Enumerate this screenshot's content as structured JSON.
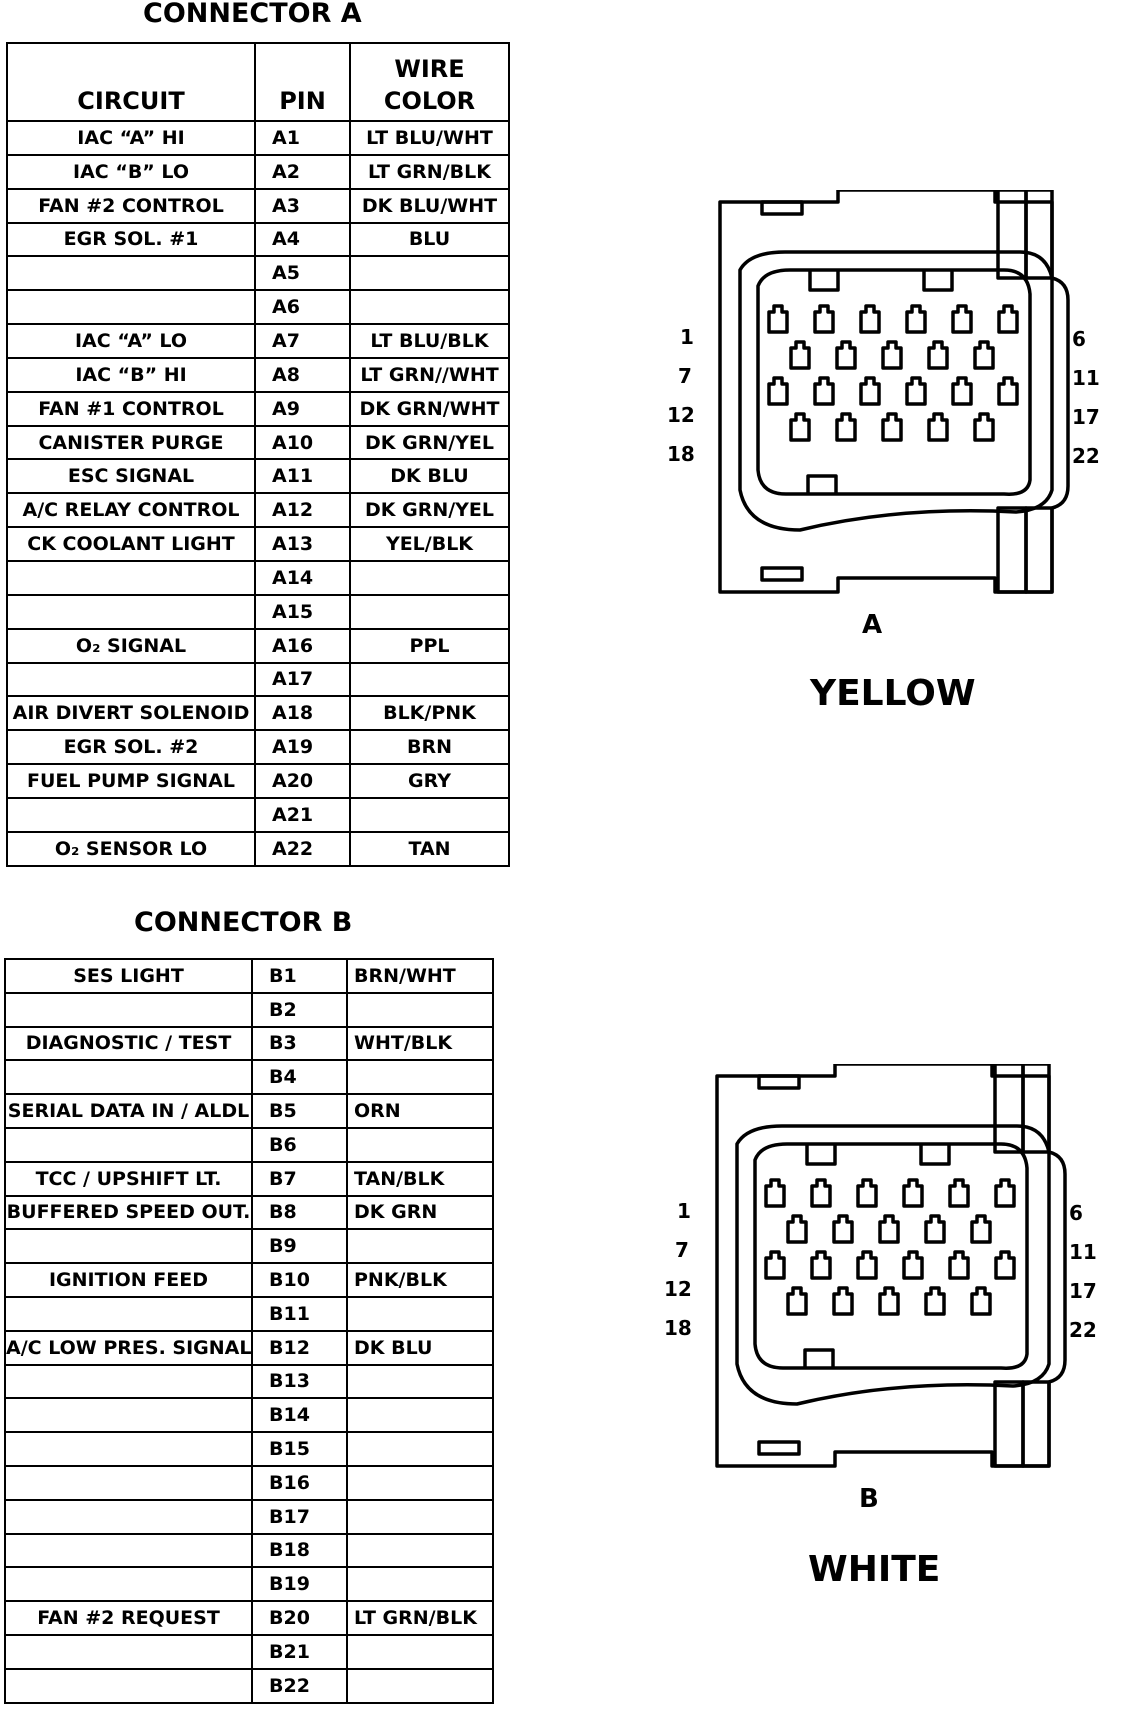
{
  "connector_a": {
    "title": "CONNECTOR A",
    "headers": {
      "circuit": "CIRCUIT",
      "pin": "PIN",
      "wire_color_line1": "WIRE",
      "wire_color_line2": "COLOR"
    },
    "rows": [
      {
        "circuit": "IAC “A” HI",
        "pin": "A1",
        "wire": "LT BLU/WHT"
      },
      {
        "circuit": "IAC “B” LO",
        "pin": "A2",
        "wire": "LT GRN/BLK"
      },
      {
        "circuit": "FAN #2 CONTROL",
        "pin": "A3",
        "wire": "DK BLU/WHT"
      },
      {
        "circuit": "EGR SOL. #1",
        "pin": "A4",
        "wire": "BLU"
      },
      {
        "circuit": "",
        "pin": "A5",
        "wire": ""
      },
      {
        "circuit": "",
        "pin": "A6",
        "wire": ""
      },
      {
        "circuit": "IAC “A” LO",
        "pin": "A7",
        "wire": "LT BLU/BLK"
      },
      {
        "circuit": "IAC “B” HI",
        "pin": "A8",
        "wire": "LT GRN//WHT"
      },
      {
        "circuit": "FAN #1 CONTROL",
        "pin": "A9",
        "wire": "DK GRN/WHT"
      },
      {
        "circuit": "CANISTER PURGE",
        "pin": "A10",
        "wire": "DK GRN/YEL"
      },
      {
        "circuit": "ESC SIGNAL",
        "pin": "A11",
        "wire": "DK BLU"
      },
      {
        "circuit": "A/C RELAY CONTROL",
        "pin": "A12",
        "wire": "DK GRN/YEL"
      },
      {
        "circuit": "CK COOLANT LIGHT",
        "pin": "A13",
        "wire": "YEL/BLK"
      },
      {
        "circuit": "",
        "pin": "A14",
        "wire": ""
      },
      {
        "circuit": "",
        "pin": "A15",
        "wire": ""
      },
      {
        "circuit": "O₂ SIGNAL",
        "pin": "A16",
        "wire": "PPL"
      },
      {
        "circuit": "",
        "pin": "A17",
        "wire": ""
      },
      {
        "circuit": "AIR DIVERT SOLENOID",
        "pin": "A18",
        "wire": "BLK/PNK"
      },
      {
        "circuit": "EGR SOL. #2",
        "pin": "A19",
        "wire": "BRN"
      },
      {
        "circuit": "FUEL PUMP SIGNAL",
        "pin": "A20",
        "wire": "GRY"
      },
      {
        "circuit": "",
        "pin": "A21",
        "wire": ""
      },
      {
        "circuit": "O₂ SENSOR LO",
        "pin": "A22",
        "wire": "TAN"
      }
    ],
    "diagram": {
      "letter": "A",
      "color": "YELLOW",
      "pin_numbers": {
        "r1_left": "1",
        "r1_right": "6",
        "r2_left": "7",
        "r2_right": "11",
        "r3_left": "12",
        "r3_right": "17",
        "r4_left": "18",
        "r4_right": "22"
      }
    }
  },
  "connector_b": {
    "title": "CONNECTOR B",
    "rows": [
      {
        "circuit": "SES LIGHT",
        "pin": "B1",
        "wire": "BRN/WHT"
      },
      {
        "circuit": "",
        "pin": "B2",
        "wire": ""
      },
      {
        "circuit": "DIAGNOSTIC / TEST",
        "pin": "B3",
        "wire": "WHT/BLK"
      },
      {
        "circuit": "",
        "pin": "B4",
        "wire": ""
      },
      {
        "circuit": "SERIAL DATA IN / ALDL",
        "pin": "B5",
        "wire": "ORN"
      },
      {
        "circuit": "",
        "pin": "B6",
        "wire": ""
      },
      {
        "circuit": "TCC / UPSHIFT LT.",
        "pin": "B7",
        "wire": "TAN/BLK"
      },
      {
        "circuit": "BUFFERED SPEED OUT.",
        "pin": "B8",
        "wire": "DK GRN"
      },
      {
        "circuit": "",
        "pin": "B9",
        "wire": ""
      },
      {
        "circuit": "IGNITION FEED",
        "pin": "B10",
        "wire": "PNK/BLK"
      },
      {
        "circuit": "",
        "pin": "B11",
        "wire": ""
      },
      {
        "circuit": "A/C LOW PRES. SIGNAL",
        "pin": "B12",
        "wire": "DK BLU"
      },
      {
        "circuit": "",
        "pin": "B13",
        "wire": ""
      },
      {
        "circuit": "",
        "pin": "B14",
        "wire": ""
      },
      {
        "circuit": "",
        "pin": "B15",
        "wire": ""
      },
      {
        "circuit": "",
        "pin": "B16",
        "wire": ""
      },
      {
        "circuit": "",
        "pin": "B17",
        "wire": ""
      },
      {
        "circuit": "",
        "pin": "B18",
        "wire": ""
      },
      {
        "circuit": "",
        "pin": "B19",
        "wire": ""
      },
      {
        "circuit": "FAN #2 REQUEST",
        "pin": "B20",
        "wire": "LT GRN/BLK"
      },
      {
        "circuit": "",
        "pin": "B21",
        "wire": ""
      },
      {
        "circuit": "",
        "pin": "B22",
        "wire": ""
      }
    ],
    "diagram": {
      "letter": "B",
      "color": "WHITE",
      "pin_numbers": {
        "r1_left": "1",
        "r1_right": "6",
        "r2_left": "7",
        "r2_right": "11",
        "r3_left": "12",
        "r3_right": "17",
        "r4_left": "18",
        "r4_right": "22"
      }
    }
  }
}
